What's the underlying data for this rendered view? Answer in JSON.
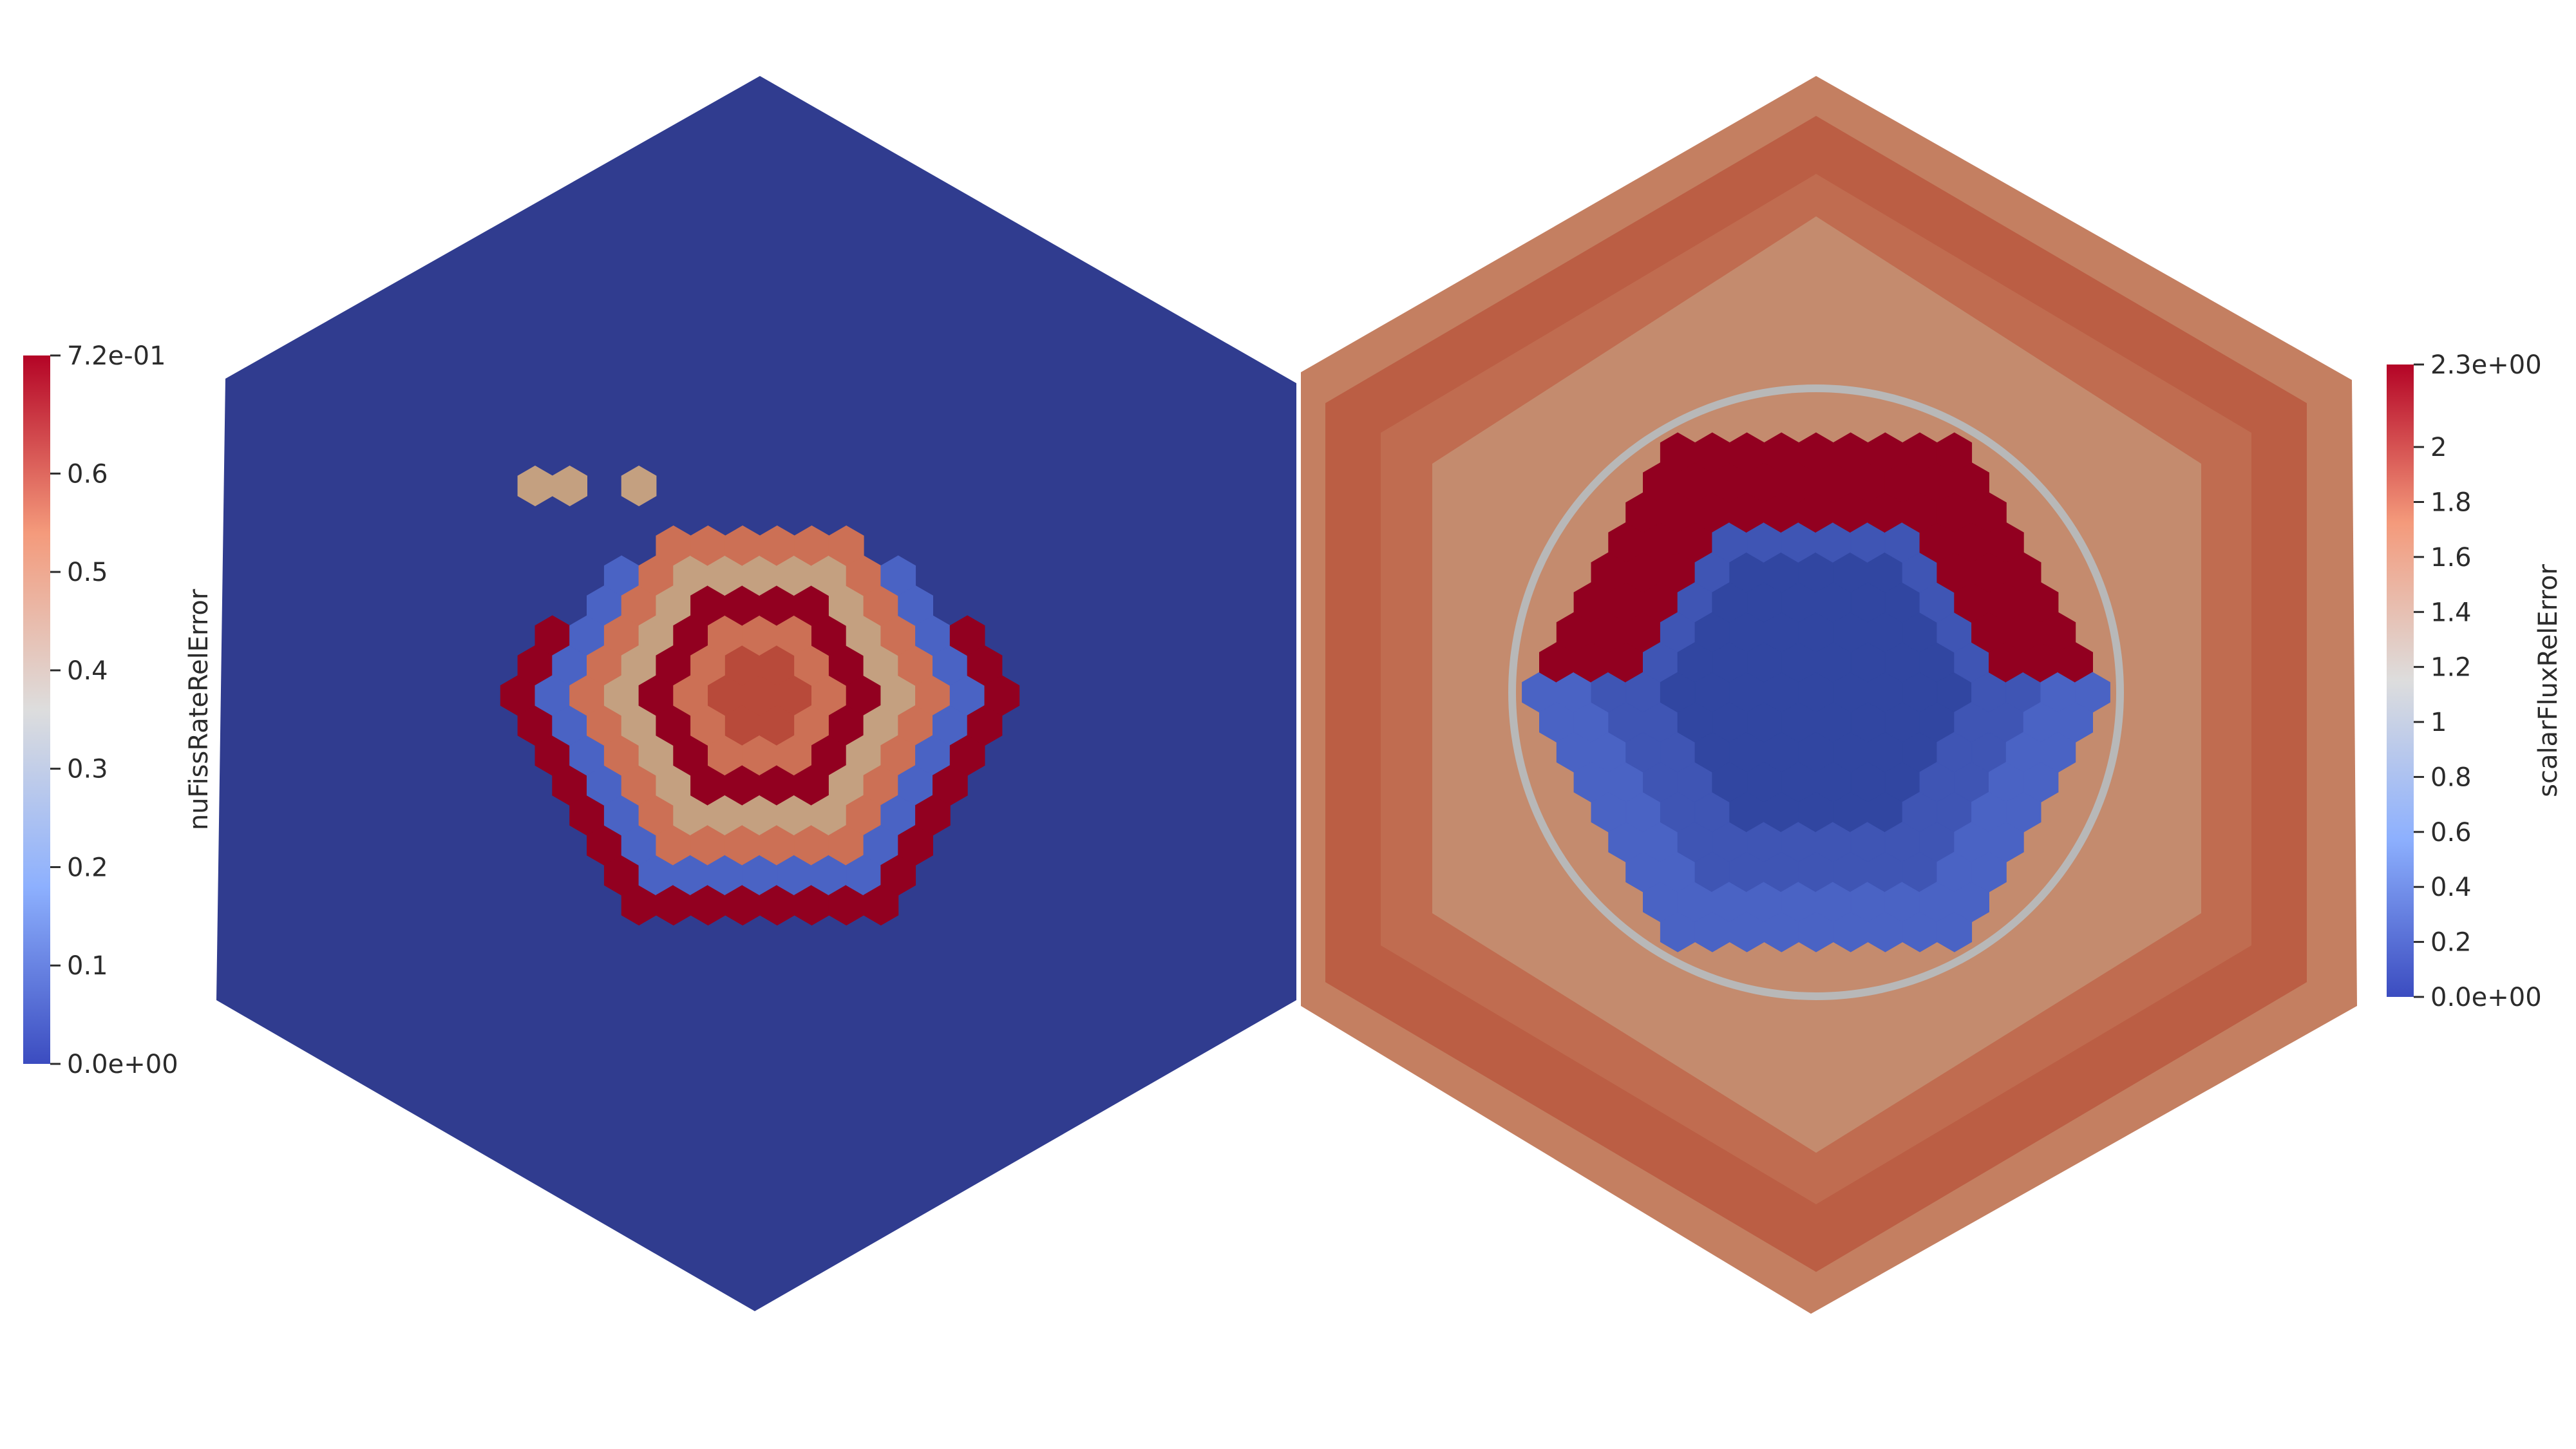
{
  "left_view": {
    "colorbar": {
      "title": "nuFissRateRelError",
      "min": 0.0,
      "max": 0.72,
      "tick_labels": [
        {
          "label": "7.2e-01",
          "value": 0.72
        },
        {
          "label": "0.6",
          "value": 0.6
        },
        {
          "label": "0.5",
          "value": 0.5
        },
        {
          "label": "0.4",
          "value": 0.4
        },
        {
          "label": "0.3",
          "value": 0.3
        },
        {
          "label": "0.2",
          "value": 0.2
        },
        {
          "label": "0.1",
          "value": 0.1
        },
        {
          "label": "0.0e+00",
          "value": 0.0
        }
      ]
    }
  },
  "right_view": {
    "colorbar": {
      "title": "scalarFluxRelError",
      "min": 0.0,
      "max": 2.3,
      "tick_labels": [
        {
          "label": "2.3e+00",
          "value": 2.3
        },
        {
          "label": "2",
          "value": 2.0
        },
        {
          "label": "1.8",
          "value": 1.8
        },
        {
          "label": "1.6",
          "value": 1.6
        },
        {
          "label": "1.4",
          "value": 1.4
        },
        {
          "label": "1.2",
          "value": 1.2
        },
        {
          "label": "1",
          "value": 1.0
        },
        {
          "label": "0.8",
          "value": 0.8
        },
        {
          "label": "0.6",
          "value": 0.6
        },
        {
          "label": "0.4",
          "value": 0.4
        },
        {
          "label": "0.2",
          "value": 0.2
        },
        {
          "label": "0.0e+00",
          "value": 0.0
        }
      ]
    }
  },
  "colors": {
    "background": "#ffffff",
    "cool_low": "#3b4cc0",
    "cool_mid": "#dddddd",
    "cool_high": "#b40426",
    "left_field": "#303c8f",
    "right_outer_band": "#c47f61",
    "right_band_2": "#bb5e44",
    "right_band_3": "#c06c50",
    "right_inner_band": "#c48b6e",
    "ring": "#b8b8b8",
    "hot": "#920020",
    "tan": "#c4a080",
    "salmon": "#cc7055",
    "mid_red": "#b84a3a",
    "blue_pin": "#4a63c4",
    "dark_blue_pin": "#3146a1"
  }
}
